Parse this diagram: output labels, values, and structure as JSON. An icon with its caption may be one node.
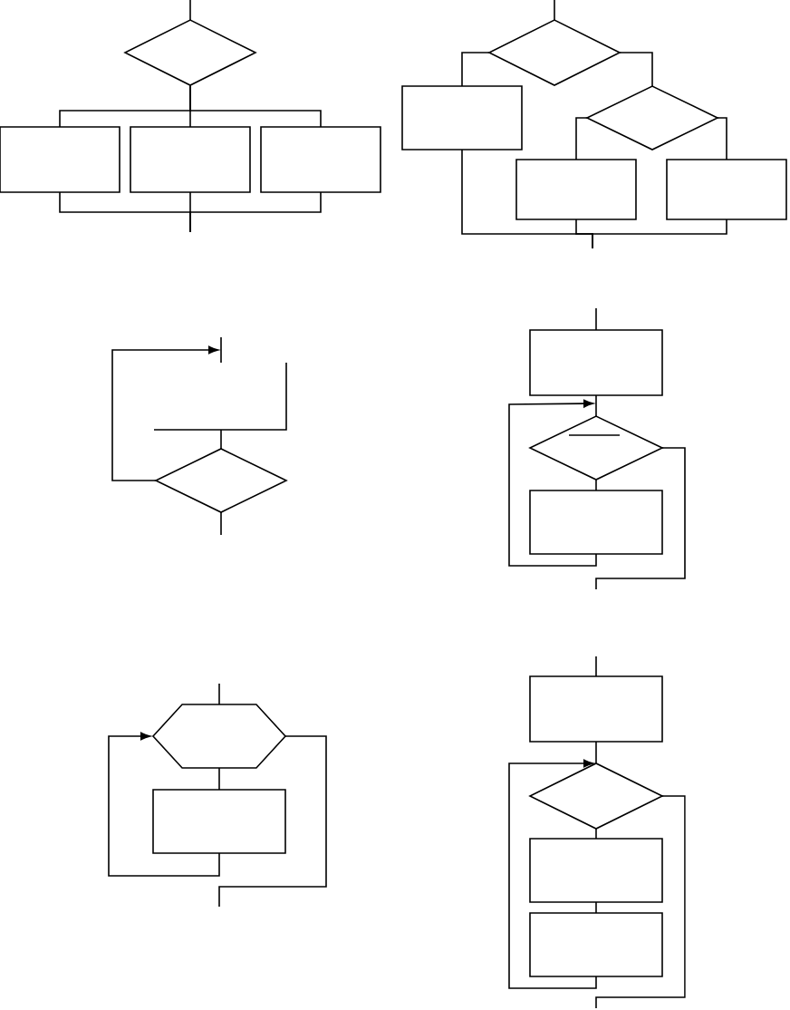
{
  "diagram": {
    "nodes": [
      {
        "text": [],
        "shape": "diamond"
      },
      {
        "text": [],
        "shape": "box"
      },
      {
        "text": [],
        "shape": "box"
      },
      {
        "text": [],
        "shape": "box"
      },
      {
        "text": [],
        "shape": "diamond"
      },
      {
        "text": [],
        "shape": "box"
      },
      {
        "text": [],
        "shape": "diamond"
      },
      {
        "text": [],
        "shape": "box"
      },
      {
        "text": [],
        "shape": "box"
      },
      {
        "text": [],
        "shape": "diamond"
      },
      {
        "text": [],
        "shape": "box"
      },
      {
        "text": [],
        "shape": "diamond"
      },
      {
        "text": [],
        "shape": "box"
      },
      {
        "text": [],
        "shape": "hexagon"
      },
      {
        "text": [],
        "shape": "box"
      },
      {
        "text": [],
        "shape": "box"
      },
      {
        "text": [],
        "shape": "diamond"
      },
      {
        "text": [],
        "shape": "box"
      },
      {
        "text": [],
        "shape": "box"
      }
    ],
    "edges": [
      {
        "from": null,
        "to": 0,
        "arrow": "none"
      },
      {
        "from": 0,
        "to": 1,
        "arrow": "none"
      },
      {
        "from": 0,
        "to": 2,
        "arrow": "none"
      },
      {
        "from": 0,
        "to": 3,
        "arrow": "none"
      },
      {
        "from": 1,
        "to": null,
        "arrow": "none"
      },
      {
        "from": 2,
        "to": null,
        "arrow": "none"
      },
      {
        "from": 3,
        "to": null,
        "arrow": "none"
      },
      {
        "from": null,
        "to": 4,
        "arrow": "none"
      },
      {
        "from": 4,
        "to": 5,
        "arrow": "none"
      },
      {
        "from": 4,
        "to": 6,
        "arrow": "none"
      },
      {
        "from": 6,
        "to": 7,
        "arrow": "none"
      },
      {
        "from": 6,
        "to": 8,
        "arrow": "none"
      },
      {
        "from": 5,
        "to": null,
        "arrow": "none"
      },
      {
        "from": 7,
        "to": null,
        "arrow": "none"
      },
      {
        "from": 8,
        "to": null,
        "arrow": "none"
      },
      {
        "from": null,
        "to": 9,
        "arrow": "none"
      },
      {
        "from": 9,
        "to": null,
        "arrow": "to"
      },
      {
        "from": 9,
        "to": null,
        "arrow": "none"
      },
      {
        "from": null,
        "to": 10,
        "arrow": "none"
      },
      {
        "from": 10,
        "to": 11,
        "arrow": "none"
      },
      {
        "from": 11,
        "to": 12,
        "arrow": "none"
      },
      {
        "from": 12,
        "to": 11,
        "arrow": "to"
      },
      {
        "from": 11,
        "to": null,
        "arrow": "none"
      },
      {
        "from": null,
        "to": 13,
        "arrow": "none"
      },
      {
        "from": 13,
        "to": 14,
        "arrow": "none"
      },
      {
        "from": 14,
        "to": 13,
        "arrow": "to"
      },
      {
        "from": 13,
        "to": null,
        "arrow": "none"
      },
      {
        "from": null,
        "to": 15,
        "arrow": "none"
      },
      {
        "from": 15,
        "to": 16,
        "arrow": "none"
      },
      {
        "from": 16,
        "to": 17,
        "arrow": "none"
      },
      {
        "from": 17,
        "to": 18,
        "arrow": "none"
      },
      {
        "from": 18,
        "to": 16,
        "arrow": "to"
      },
      {
        "from": 16,
        "to": null,
        "arrow": "none"
      }
    ]
  }
}
